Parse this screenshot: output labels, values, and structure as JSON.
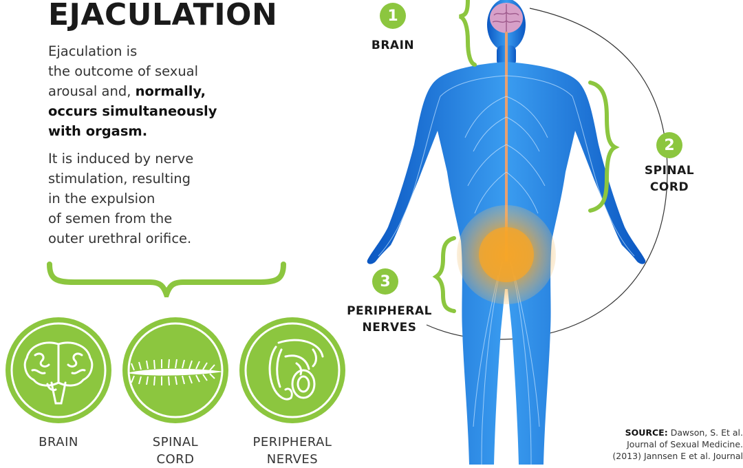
{
  "title": "EJACULATION",
  "intro": {
    "line1": "Ejaculation is",
    "line2": "the outcome of sexual",
    "line3_plain": "arousal and, ",
    "line3_bold": "normally,",
    "line4_bold": "occurs simultaneously",
    "line5_bold": "with orgasm."
  },
  "detail": {
    "lines": [
      "It is induced by nerve",
      "stimulation, resulting",
      "in the expulsion",
      "of semen from the",
      "outer urethral orifice."
    ]
  },
  "icons": [
    {
      "icon": "brain-icon",
      "label1": "BRAIN",
      "label2": ""
    },
    {
      "icon": "spinal-cord-icon",
      "label1": "SPINAL",
      "label2": "CORD"
    },
    {
      "icon": "peripheral-nerves-icon",
      "label1": "PERIPHERAL",
      "label2": "NERVES"
    }
  ],
  "callouts": [
    {
      "number": "1",
      "line1": "BRAIN",
      "line2": ""
    },
    {
      "number": "2",
      "line1": "SPINAL",
      "line2": "CORD"
    },
    {
      "number": "3",
      "line1": "PERIPHERAL",
      "line2": "NERVES"
    }
  ],
  "source": {
    "label": "SOURCE:",
    "line1": "Dawson, S. Et al.",
    "line2": "Journal of Sexual Medicine.",
    "line3": "(2013)  Jannsen E et al. Journal"
  },
  "colors": {
    "accent_green": "#8cc63f",
    "body_blue": "#1f7fe0",
    "highlight_orange": "#f5a623"
  }
}
